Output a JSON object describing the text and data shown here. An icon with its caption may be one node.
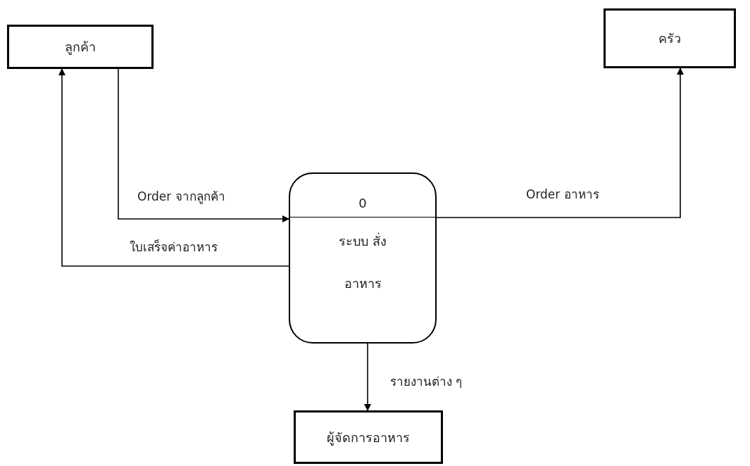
{
  "diagram": {
    "nodes": [
      {
        "text": [
          "ลูกค้า"
        ]
      },
      {
        "text": [
          "ครัว"
        ]
      },
      {
        "text": [
          "0",
          "ระบบ สั่งอาหาร"
        ]
      },
      {
        "text": [
          "ผู้จัดการอาหาร"
        ]
      }
    ],
    "edges": [
      {
        "from": 0,
        "to": 2,
        "arrow": "to",
        "label": "Order จากลูกค้า"
      },
      {
        "from": 2,
        "to": 0,
        "arrow": "to",
        "label": "ใบเสร็จค่าอาหาร"
      },
      {
        "from": 2,
        "to": 1,
        "arrow": "to",
        "label": "Order อาหาร"
      },
      {
        "from": 2,
        "to": 3,
        "arrow": "to",
        "label": "รายงานต่าง ๆ"
      }
    ]
  }
}
